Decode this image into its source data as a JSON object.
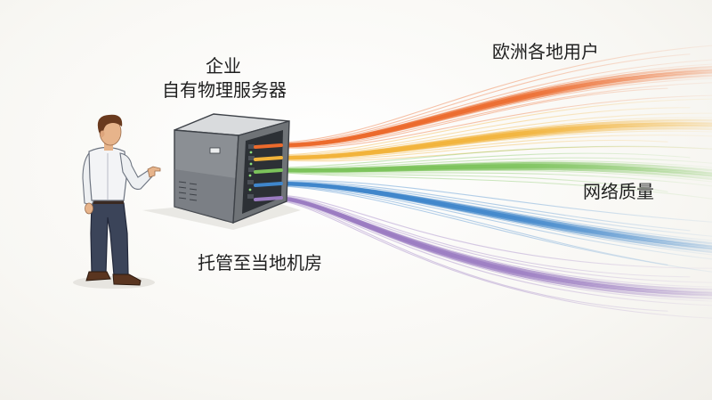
{
  "labels": {
    "company": "企业",
    "server": "自有物理服务器",
    "users": "欧洲各地用户",
    "network": "网络质量",
    "hosting": "托管至当地机房"
  },
  "colors": {
    "flows": [
      "#ec6a2c",
      "#f2b33a",
      "#7cc35b",
      "#3f86cb",
      "#9b7cc2"
    ],
    "text": "#1f1f1f",
    "shirt": "#f3f4f6",
    "pants": "#3b4459",
    "server_body": "#8b8f94"
  }
}
